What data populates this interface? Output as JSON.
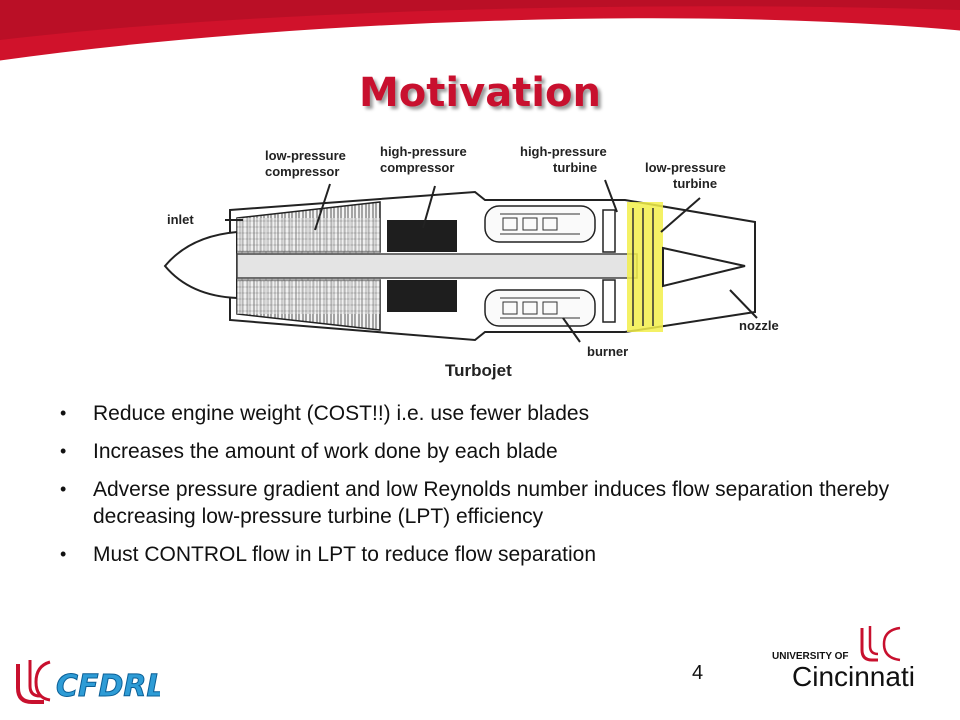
{
  "slide": {
    "title": "Motivation",
    "page_number": "4"
  },
  "diagram": {
    "caption": "Turbojet",
    "labels": {
      "low_pressure_compressor": [
        "low-pressure",
        "compressor"
      ],
      "high_pressure_compressor": [
        "high-pressure",
        "compressor"
      ],
      "high_pressure_turbine": [
        "high-pressure",
        "turbine"
      ],
      "low_pressure_turbine": [
        "low-pressure",
        "turbine"
      ],
      "inlet": "inlet",
      "nozzle": "nozzle",
      "burner": "burner"
    },
    "highlight_color": "#f2ef4a"
  },
  "bullets": [
    {
      "text": "Reduce engine weight (COST!!) i.e. use fewer blades"
    },
    {
      "text": "Increases the amount of work done by each blade"
    },
    {
      "text": "Adverse pressure gradient and low Reynolds number induces flow separation thereby decreasing low-pressure turbine (LPT) efficiency"
    },
    {
      "text": "Must CONTROL flow in LPT to reduce flow separation"
    }
  ],
  "logos": {
    "left": "CFDRL",
    "right_line1": "UNIVERSITY OF",
    "right_line2": "Cincinnati"
  },
  "colors": {
    "accent_red": "#c8102e",
    "banner_dark": "#8b0a1a"
  }
}
